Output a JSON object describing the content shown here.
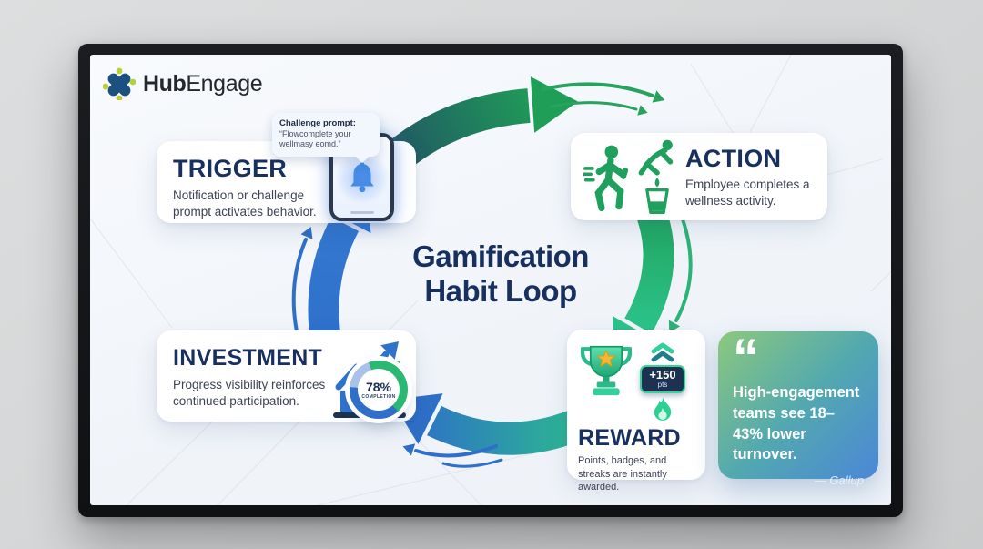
{
  "logo": {
    "brand_bold": "Hub",
    "brand_light": "Engage"
  },
  "title": {
    "line1": "Gamification",
    "line2": "Habit Loop"
  },
  "tooltip": {
    "title": "Challenge prompt:",
    "body": "“Flowcomplete your wellmasy eomd.”"
  },
  "cards": {
    "trigger": {
      "title": "TRIGGER",
      "body": "Notification or challenge prompt activates behavior."
    },
    "action": {
      "title": "ACTION",
      "body": "Employee completes a wellness activity."
    },
    "investment": {
      "title": "INVESTMENT",
      "body": "Progress visibility reinforces continued participation.",
      "progress_value": "78%",
      "progress_label": "COMPLETION"
    },
    "reward": {
      "title": "REWARD",
      "body": "Points, badges, and streaks are instantly awarded.",
      "points_value": "+150",
      "points_unit": "pts"
    }
  },
  "quote": {
    "mark": "“",
    "text": "High-engagement teams see 18–43% lower turnover.",
    "attribution": "— Gallup"
  },
  "icons": {
    "logo": "hubengage-pinwheel",
    "phone": "notification-phone",
    "bell": "notification-bell",
    "action": [
      "walking-person",
      "stretching-person",
      "water-glass"
    ],
    "reward": [
      "trophy",
      "chevrons-up",
      "flame"
    ],
    "investment": [
      "bar-chart-growth",
      "progress-donut"
    ]
  },
  "colors": {
    "title_navy": "#17305f",
    "navy": "#223f68",
    "green": "#1f9e58",
    "teal": "#2bc389",
    "blue": "#2e6fc8",
    "lime": "#b9cf36",
    "badge_bg": "#1d3250",
    "quote_from": "#8cc87d",
    "quote_mid": "#52a8b0",
    "quote_to": "#4b87d7"
  }
}
